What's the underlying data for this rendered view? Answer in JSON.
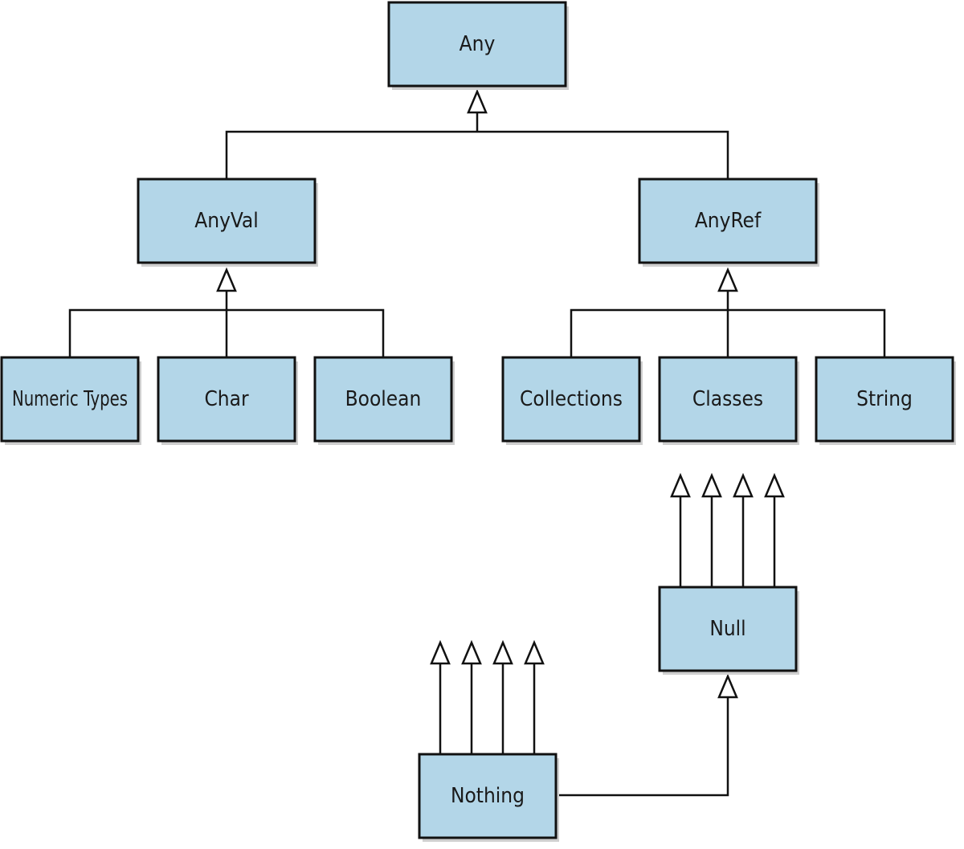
{
  "nodes": {
    "any": {
      "label": "Any"
    },
    "anyval": {
      "label": "AnyVal"
    },
    "anyref": {
      "label": "AnyRef"
    },
    "numeric": {
      "label": "Numeric Types"
    },
    "char": {
      "label": "Char"
    },
    "boolean": {
      "label": "Boolean"
    },
    "collections": {
      "label": "Collections"
    },
    "classes": {
      "label": "Classes"
    },
    "string": {
      "label": "String"
    },
    "null": {
      "label": "Null"
    },
    "nothing": {
      "label": "Nothing"
    }
  },
  "colors": {
    "node_fill": "#b3d6e8",
    "stroke": "#111111"
  }
}
